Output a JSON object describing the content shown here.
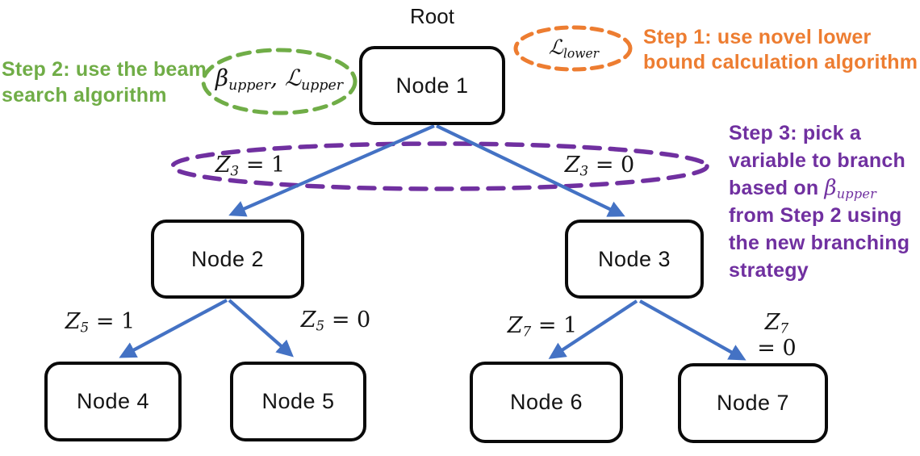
{
  "diagram_title": "Branch-and-bound tree with algorithm steps",
  "tree": {
    "root_label": "Root",
    "nodes": {
      "n1": {
        "label": "Node 1"
      },
      "n2": {
        "label": "Node 2"
      },
      "n3": {
        "label": "Node 3"
      },
      "n4": {
        "label": "Node 4"
      },
      "n5": {
        "label": "Node 5"
      },
      "n6": {
        "label": "Node 6"
      },
      "n7": {
        "label": "Node 7"
      }
    },
    "edges": {
      "z3_1": {
        "var": "Z",
        "sub": "3",
        "eq": "= 1"
      },
      "z3_0": {
        "var": "Z",
        "sub": "3",
        "eq": "= 0"
      },
      "z5_1": {
        "var": "Z",
        "sub": "5",
        "eq": "= 1"
      },
      "z5_0": {
        "var": "Z",
        "sub": "5",
        "eq": "= 0"
      },
      "z7_1": {
        "var": "Z",
        "sub": "7",
        "eq": "= 1"
      },
      "z7_0": {
        "var": "Z",
        "sub": "7",
        "eq": "= 0"
      }
    }
  },
  "callouts": {
    "upper": {
      "sym1": "β",
      "sub1": "upper",
      "sep": ", ",
      "sym2": "ℒ",
      "sub2": "upper"
    },
    "lower": {
      "sym": "ℒ",
      "sub": "lower"
    }
  },
  "annotations": {
    "step1": {
      "lines": [
        "Step 1: use novel lower",
        "bound calculation algorithm"
      ],
      "color": "#ED7D31"
    },
    "step2": {
      "lines": [
        "Step 2: use the beam",
        "search algorithm"
      ],
      "color": "#70AD47"
    },
    "step3": {
      "line1": "Step 3: pick a",
      "line2": "variable to branch",
      "line3_prefix": "based on ",
      "math_sym": "β",
      "math_sub": "upper",
      "line4": "from Step 2 using",
      "line5": "the new branching",
      "line6": "strategy",
      "color": "#7030A0"
    }
  },
  "colors": {
    "arrow_blue": "#4472C4",
    "step1_orange": "#ED7D31",
    "step2_green": "#70AD47",
    "step3_purple": "#7030A0",
    "node_border_black": "#0a0a0a"
  }
}
